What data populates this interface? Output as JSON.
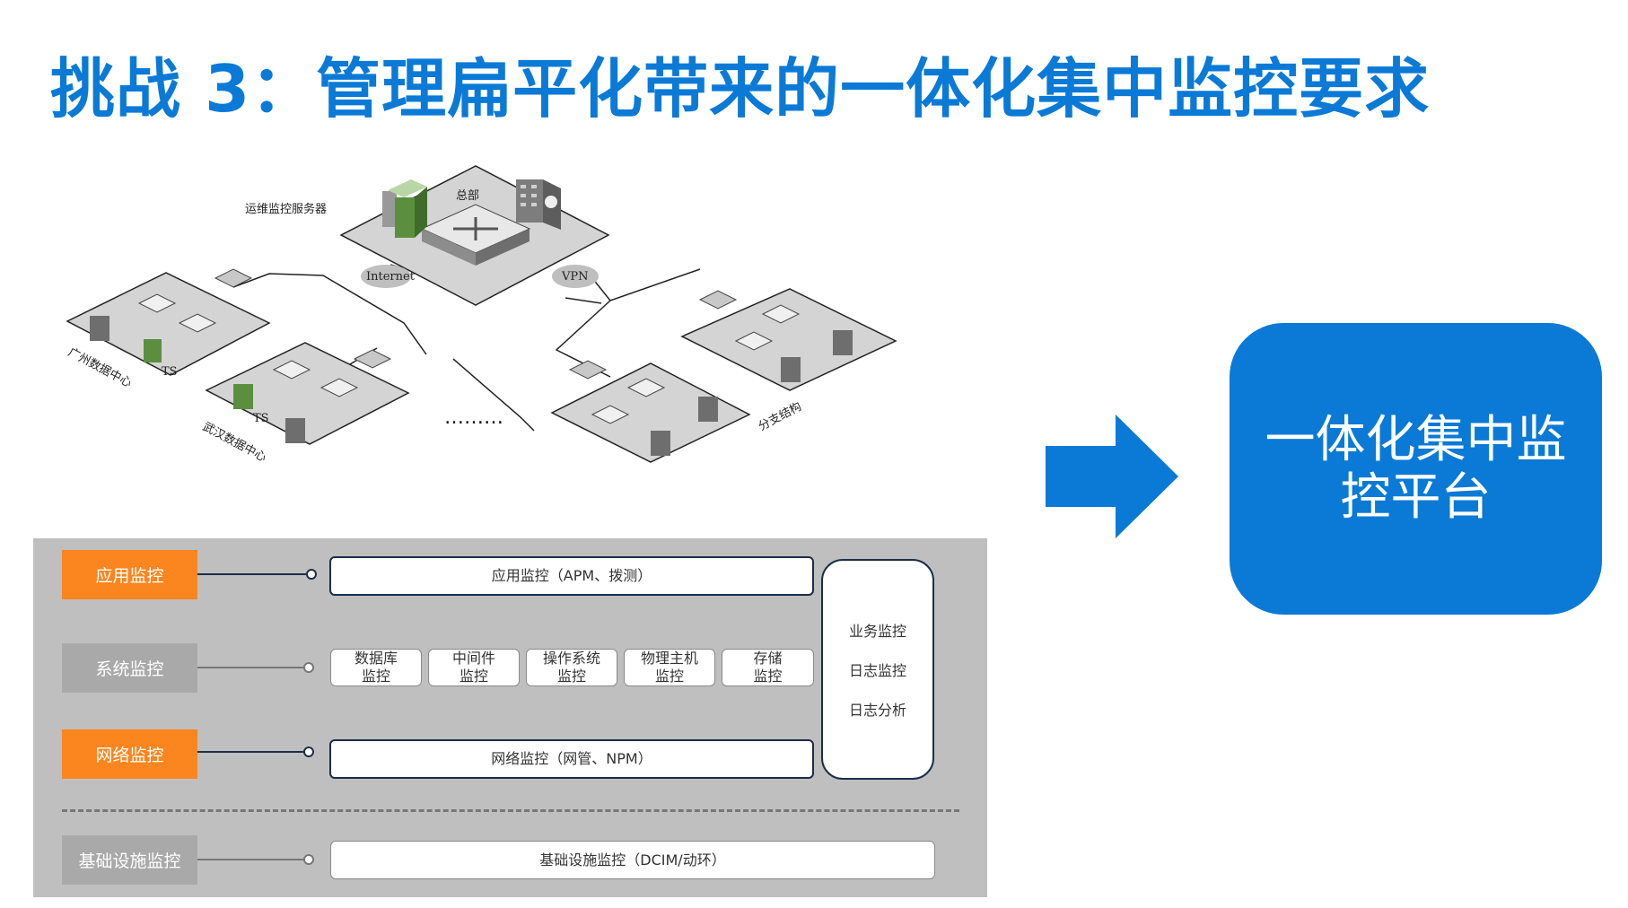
{
  "title": "挑战 3：管理扁平化带来的一体化集中监控要求",
  "network": {
    "headquarters": "总部",
    "ops_server": "运维监控服务器",
    "internet": "Internet",
    "vpn": "VPN",
    "guangzhou": "广州数据中心",
    "wuhan": "武汉数据中心",
    "branch": "分支结构",
    "ts1": "TS",
    "ts2": "TS",
    "ellipsis": "………"
  },
  "monitoring": {
    "categories": {
      "app": "应用监控",
      "system": "系统监控",
      "network": "网络监控",
      "infra": "基础设施监控"
    },
    "app_box": "应用监控（APM、拨测）",
    "system_boxes": [
      {
        "line1": "数据库",
        "line2": "监控"
      },
      {
        "line1": "中间件",
        "line2": "监控"
      },
      {
        "line1": "操作系统",
        "line2": "监控"
      },
      {
        "line1": "物理主机",
        "line2": "监控"
      },
      {
        "line1": "存储",
        "line2": "监控"
      }
    ],
    "network_box": "网络监控（网管、NPM）",
    "infra_box": "基础设施监控（DCIM/动环）",
    "side": [
      "业务监控",
      "日志监控",
      "日志分析"
    ]
  },
  "platform": {
    "line1": "一体化集中监",
    "line2": "控平台"
  },
  "colors": {
    "accent": "#0a7ad6",
    "orange": "#fb851e",
    "gray": "#a9a9a9",
    "panel": "#bfbfbf"
  }
}
